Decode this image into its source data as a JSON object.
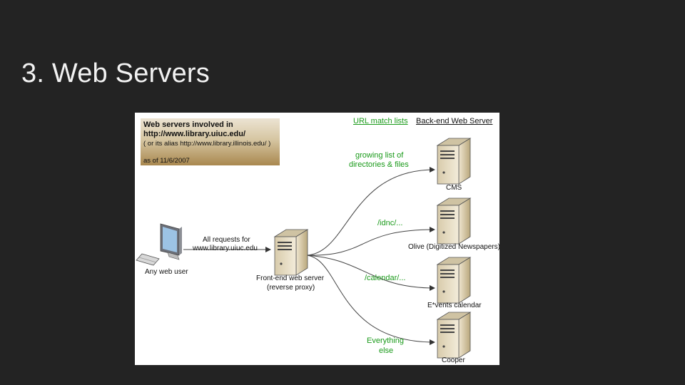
{
  "slide": {
    "title": "3. Web Servers"
  },
  "note": {
    "title": "Web servers involved in",
    "url": "http://www.library.uiuc.edu/",
    "alias": "( or its alias http://www.library.illinois.edu/ )",
    "date": "as of 11/6/2007"
  },
  "headers": {
    "url_match": "URL match lists",
    "backend": "Back-end Web Server"
  },
  "client": {
    "label": "Any web user",
    "request_line1": "All requests for",
    "request_line2": "www.library.uiuc.edu"
  },
  "frontend": {
    "line1": "Front-end web server",
    "line2": "(reverse proxy)"
  },
  "routes": [
    {
      "match_line1": "growing list of",
      "match_line2": "directories & files",
      "server": "CMS"
    },
    {
      "match_line1": "/idnc/...",
      "match_line2": "",
      "server": "Olive (Digitized Newspapers)"
    },
    {
      "match_line1": "/calendar/...",
      "match_line2": "",
      "server": "E*vents calendar"
    },
    {
      "match_line1": "Everything",
      "match_line2": "else",
      "server": "Cooper"
    }
  ],
  "colors": {
    "background": "#232323",
    "title": "#f2f2f2",
    "match_text": "#1a9a1a",
    "server_body": "#d9cdb0"
  }
}
